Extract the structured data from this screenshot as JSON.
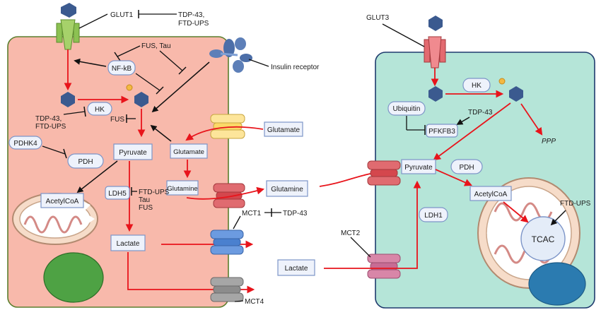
{
  "left_cell": {
    "glut1": "GLUT1",
    "glut1_inhibitor": [
      "TDP-43,",
      "FTD-UPS"
    ],
    "fus_tau": "FUS, Tau",
    "insulin_receptor": "Insulin receptor",
    "nfkb": "NF-kB",
    "hk": "HK",
    "hk_inhibitor": [
      "TDP-43,",
      "FTD-UPS"
    ],
    "fus": "FUS",
    "pdhk4": "PDHK4",
    "pdh": "PDH",
    "pyruvate": "Pyruvate",
    "glutamate_inner": "Glutamate",
    "glutamate_outer": "Glutamate",
    "glutamine_inner": "Glutamine",
    "glutamine_outer": "Glutamine",
    "acetylcoa": "AcetylCoA",
    "ldh5": "LDH5",
    "ldh5_inhibitor": [
      "FTD-UPS",
      "Tau",
      "FUS"
    ],
    "lactate": "Lactate",
    "mct1": "MCT1",
    "mct1_inhibitor": "TDP-43",
    "mct4": "MCT4"
  },
  "right_cell": {
    "glut3": "GLUT3",
    "hk": "HK",
    "ubiquitin": "Ubiquitin",
    "tdp43": "TDP-43",
    "pfkfb3": "PFKFB3",
    "ppp": "PPP",
    "pyruvate": "Pyruvate",
    "pdh": "PDH",
    "acetylcoa": "AcetylCoA",
    "ftd_ups": "FTD-UPS",
    "tcac": "TCAC",
    "ldh1": "LDH1",
    "mct2": "MCT2",
    "lactate_outer": "Lactate"
  },
  "colors": {
    "left_cell_fill": "#f8b9ab",
    "left_cell_border": "#5b7f2e",
    "right_cell_fill": "#b5e5d8",
    "right_cell_border": "#1e3a6d",
    "glucose": "#3b5a8f",
    "arrow_red": "#e8141b",
    "box_fill": "#eef2fb",
    "box_border": "#7d95c8",
    "nucleus": "#4ea244",
    "mito_nucleus_right": "#2b7bb0"
  }
}
